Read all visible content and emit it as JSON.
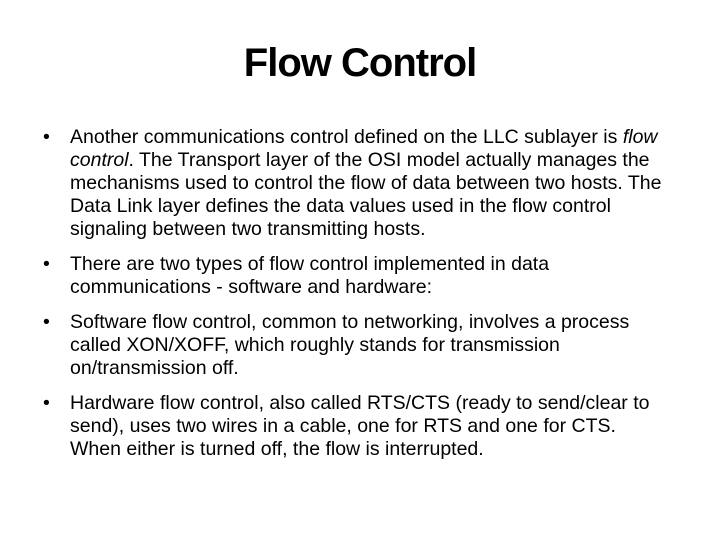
{
  "slide": {
    "title": "Flow Control",
    "bullet_marker": "•",
    "bullets": [
      {
        "pre": "Another communications control defined on the LLC sublayer is ",
        "italic": "flow control",
        "post": ". The Transport layer of the OSI model actually manages the mechanisms used to control the flow of data between two hosts. The Data Link layer defines the data values used in the flow control signaling between two transmitting hosts."
      },
      {
        "pre": "There are two types of flow control implemented in data communications - software and hardware:",
        "italic": "",
        "post": ""
      },
      {
        "pre": "Software flow control, common to networking, involves a process called XON/XOFF, which roughly stands for transmission on/transmission off.",
        "italic": "",
        "post": ""
      },
      {
        "pre": "Hardware flow control, also called RTS/CTS (ready to send/clear to send), uses two wires in a cable, one for RTS and one for CTS. When either is turned off, the flow is interrupted.",
        "italic": "",
        "post": ""
      }
    ],
    "colors": {
      "background": "#ffffff",
      "text": "#000000"
    }
  }
}
